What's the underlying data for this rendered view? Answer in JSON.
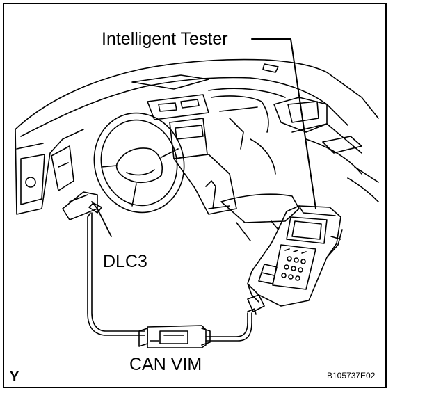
{
  "labels": {
    "tester": "Intelligent Tester",
    "dlc3": "DLC3",
    "vim": "CAN VIM",
    "corner_mark": "Y",
    "figure_code": "B105737E02"
  },
  "icons": [
    "dashboard-illustration",
    "steering-wheel-icon",
    "intelligent-tester-device-icon",
    "can-vim-module-icon",
    "connector-cable"
  ],
  "colors": {
    "line": "#000000",
    "background": "#ffffff"
  }
}
